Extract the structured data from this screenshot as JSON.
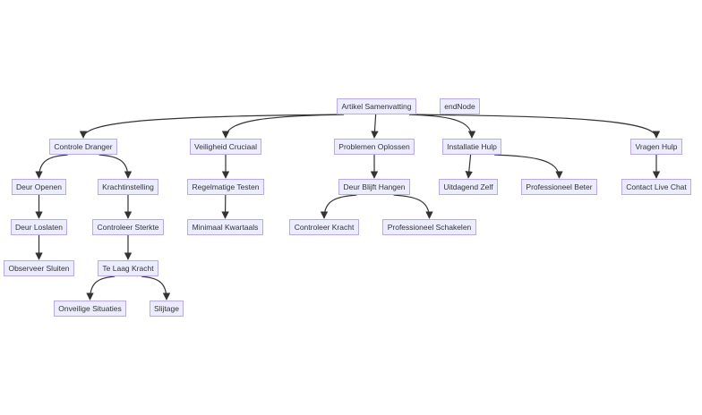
{
  "nodes": {
    "root": "Artikel Samenvatting",
    "endNode": "endNode",
    "cd": "Controle Dranger",
    "vc": "Veiligheid Cruciaal",
    "po": "Problemen Oplossen",
    "ih": "Installatie Hulp",
    "vh": "Vragen Hulp",
    "do": "Deur Openen",
    "ki": "Krachtinstelling",
    "rt": "Regelmatige Testen",
    "dbh": "Deur Blijft Hangen",
    "uz": "Uitdagend Zelf",
    "pb": "Professioneel Beter",
    "clc": "Contact Live Chat",
    "dl": "Deur Loslaten",
    "cs": "Controleer Sterkte",
    "mk": "Minimaal Kwartaals",
    "ck": "Controleer Kracht",
    "ps": "Professioneel Schakelen",
    "os": "Observeer Sluiten",
    "tlk": "Te Laag Kracht",
    "ous": "Onveilige Situaties",
    "sl": "Slijtage"
  },
  "edges": [
    [
      "root",
      "cd"
    ],
    [
      "root",
      "vc"
    ],
    [
      "root",
      "po"
    ],
    [
      "root",
      "ih"
    ],
    [
      "root",
      "vh"
    ],
    [
      "cd",
      "do"
    ],
    [
      "cd",
      "ki"
    ],
    [
      "vc",
      "rt"
    ],
    [
      "po",
      "dbh"
    ],
    [
      "ih",
      "uz"
    ],
    [
      "ih",
      "pb"
    ],
    [
      "vh",
      "clc"
    ],
    [
      "do",
      "dl"
    ],
    [
      "ki",
      "cs"
    ],
    [
      "rt",
      "mk"
    ],
    [
      "dbh",
      "ck"
    ],
    [
      "dbh",
      "ps"
    ],
    [
      "dl",
      "os"
    ],
    [
      "cs",
      "tlk"
    ],
    [
      "tlk",
      "ous"
    ],
    [
      "tlk",
      "sl"
    ]
  ],
  "colors": {
    "node_fill": "#ececff",
    "node_border": "#b9a7f0",
    "edge": "#333333"
  }
}
